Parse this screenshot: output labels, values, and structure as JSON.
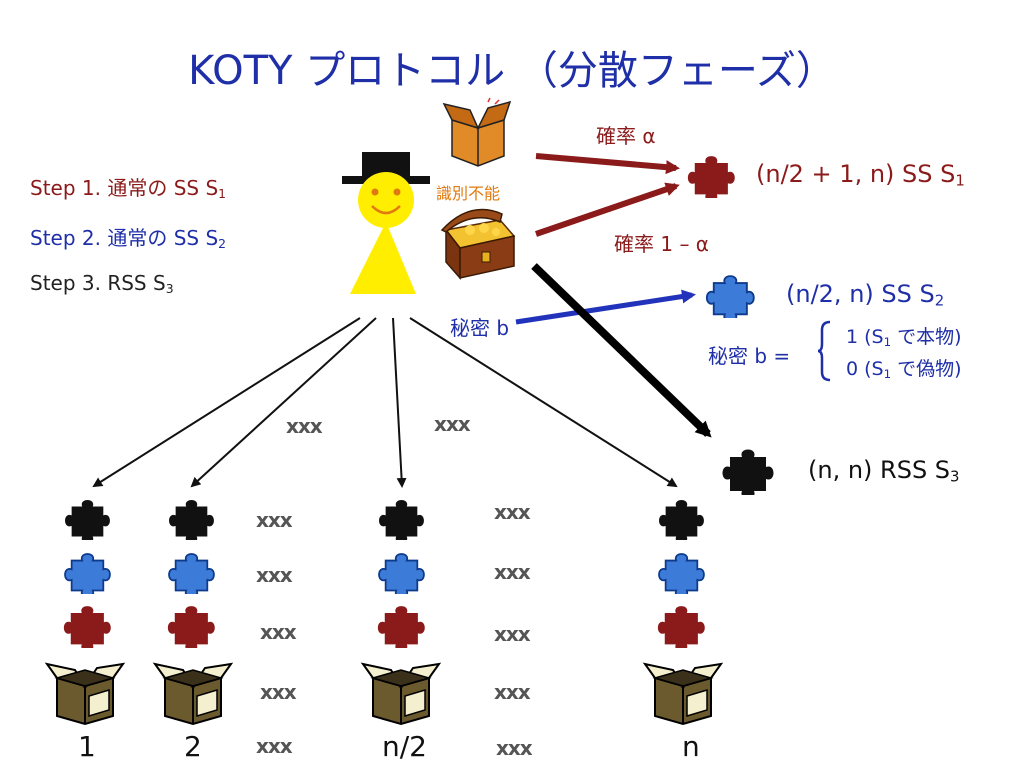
{
  "title": "KOTY プロトコル （分散フェーズ）",
  "steps": [
    {
      "label": "Step 1. 通常の SS S",
      "sub": "1"
    },
    {
      "label": "Step 2. 通常の SS S",
      "sub": "2"
    },
    {
      "label": "Step 3. RSS S",
      "sub": "3"
    }
  ],
  "indistinguishable": "識別不能",
  "prob_alpha": "確率 α",
  "prob_one_minus_alpha": "確率 1 – α",
  "secret_b": "秘密 b",
  "share_s1": {
    "label": "(n/2 + 1, n) SS S",
    "sub": "1"
  },
  "share_s2": {
    "label": "(n/2, n) SS S",
    "sub": "2"
  },
  "share_s3": {
    "label": "(n, n) RSS S",
    "sub": "3"
  },
  "secret_def": {
    "lhs": "秘密 b =",
    "line1_pre": "1 (S",
    "line1_sub": "1",
    "line1_post": " で本物)",
    "line0_pre": "0 (S",
    "line0_sub": "1",
    "line0_post": " で偽物)"
  },
  "ellipsis": "xxx",
  "party_labels": [
    "1",
    "2",
    "n/2",
    "n"
  ],
  "colors": {
    "title": "#1f2fa8",
    "maroon": "#8b1a1a",
    "blue": "#1f2fa8",
    "black": "#111111",
    "dealer": "#ffee00",
    "orange": "#e07a10"
  },
  "icons": [
    "dealer-icon",
    "open-box-icon",
    "treasure-chest-icon",
    "puzzle-piece-icon",
    "cardboard-box-icon"
  ]
}
